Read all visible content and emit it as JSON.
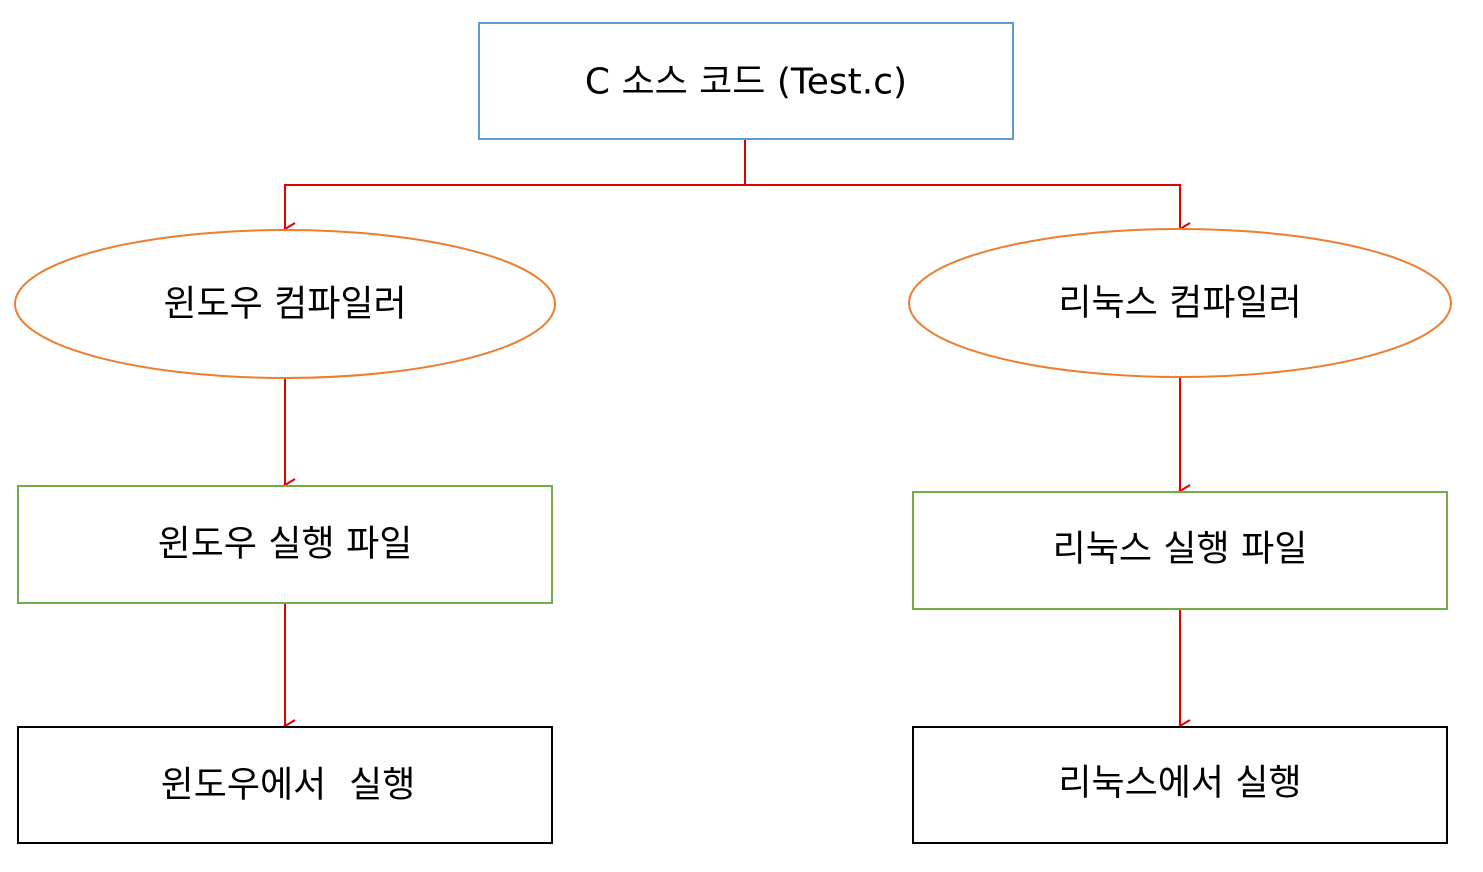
{
  "colors": {
    "background": "#ffffff",
    "source_border": "#5b9bd5",
    "compiler_border": "#ed7d31",
    "executable_border": "#70ad47",
    "run_border": "#000000",
    "arrow": "#e00000",
    "text": "#000000"
  },
  "nodes": {
    "source": {
      "label": "C 소스 코드 (Test.c)"
    },
    "windows_compiler": {
      "label": "윈도우 컴파일러"
    },
    "linux_compiler": {
      "label": "리눅스 컴파일러"
    },
    "windows_executable": {
      "label": "윈도우 실행 파일"
    },
    "linux_executable": {
      "label": "리눅스 실행 파일"
    },
    "windows_run": {
      "label": "윈도우에서  실행"
    },
    "linux_run": {
      "label": "리눅스에서 실행"
    }
  }
}
